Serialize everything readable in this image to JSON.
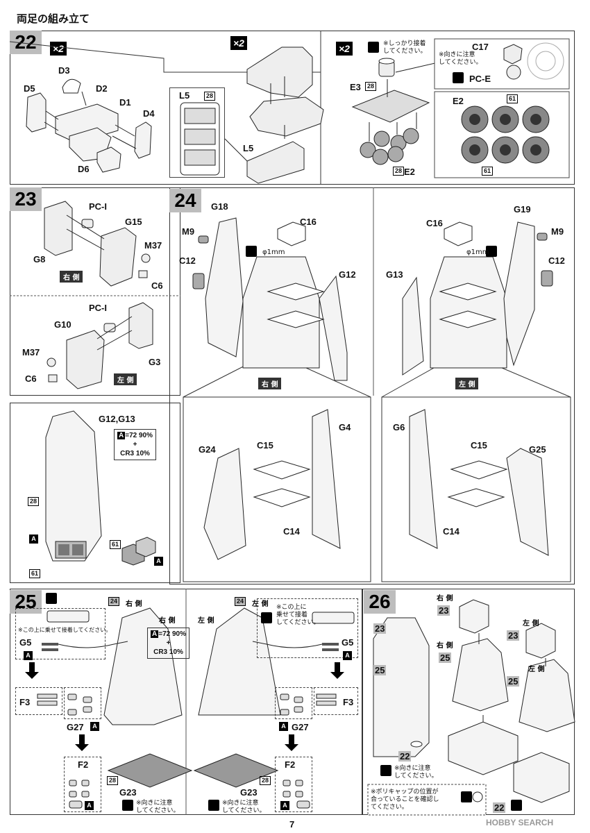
{
  "header": "両足の組み立て",
  "page_number": "7",
  "watermark": "HOBBY SEARCH",
  "steps": {
    "s22": {
      "num": "22",
      "x2a": "×2",
      "x2b": "×2",
      "x2c": "×2",
      "labels": [
        "D3",
        "D2",
        "D5",
        "D1",
        "D4",
        "D6",
        "L5",
        "L5",
        "E3",
        "E2",
        "E2",
        "C17",
        "PC-E"
      ],
      "badges": [
        "28",
        "28",
        "28",
        "61",
        "61"
      ],
      "note1": "※しっかり接着\nしてください。",
      "note2": "※向きに注意\nしてください。"
    },
    "s23": {
      "num": "23",
      "labels": [
        "PC-I",
        "G15",
        "M37",
        "G8",
        "C6",
        "PC-I",
        "G10",
        "M37",
        "G3",
        "C6"
      ],
      "right": "右 側",
      "left": "左 側"
    },
    "detail": {
      "title": "G12,G13",
      "mixA": "A",
      "mix1": "=72 90%",
      "plus": "+",
      "mix2": "CR3 10%",
      "badges": [
        "28",
        "61",
        "61"
      ],
      "boxes": [
        "A",
        "A"
      ]
    },
    "s24": {
      "num": "24",
      "labels": [
        "G18",
        "C16",
        "M9",
        "C12",
        "G12",
        "G19",
        "C16",
        "M9",
        "C12",
        "G13",
        "G4",
        "C15",
        "G24",
        "C14",
        "G6",
        "C15",
        "G25",
        "C14"
      ],
      "phi1": "φ1mm",
      "phi2": "φ1mm",
      "right": "右 側",
      "left": "左 側"
    },
    "s25": {
      "num": "25",
      "note_r": "※この上に乗せて接着してください。",
      "note_l": "※この上に\n乗せて接着\nしてください。",
      "ref24a": "24",
      "right": "右 側",
      "ref24b": "24",
      "left": "左 側",
      "right2": "右 側",
      "left2": "左 側",
      "mix1": "=72 90%",
      "plus": "+",
      "mix2": "CR3 10%",
      "labels": [
        "G5",
        "F3",
        "G27",
        "F2",
        "G23",
        "G5",
        "F3",
        "G27",
        "F2",
        "G23"
      ],
      "orient1": "※向きに注意\nしてください。",
      "orient2": "※向きに注意\nしてください。",
      "badges": [
        "28",
        "28"
      ]
    },
    "s26": {
      "num": "26",
      "right1": "右 側",
      "left1": "左 側",
      "right2": "右 側",
      "left2": "左 側",
      "labels": [
        "23",
        "23",
        "23",
        "25",
        "25",
        "25",
        "22",
        "22"
      ],
      "orient": "※向きに注意\nしてください。",
      "polycap": "※ポリキャップの位置が\n合っていることを確認し\nてください。"
    }
  }
}
